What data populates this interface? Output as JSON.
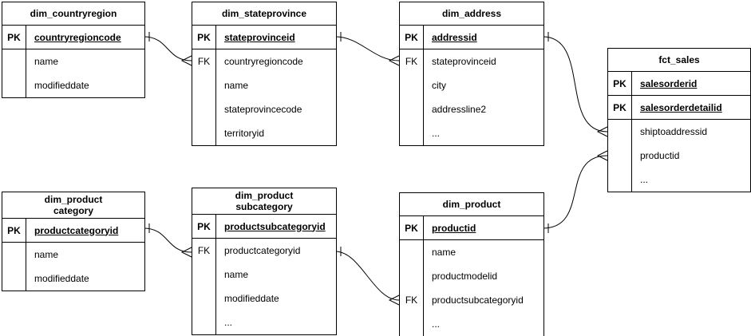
{
  "colors": {
    "line": "#000000",
    "background": "#ffffff",
    "text": "#000000"
  },
  "tables": [
    {
      "id": "dim_countryregion",
      "title_lines": [
        "dim_countryregion"
      ],
      "key_rows": [
        {
          "key": "PK",
          "name": "countryregioncode"
        }
      ],
      "fields": [
        {
          "key": "",
          "name": "name"
        },
        {
          "key": "",
          "name": "modifieddate"
        }
      ]
    },
    {
      "id": "dim_stateprovince",
      "title_lines": [
        "dim_stateprovince"
      ],
      "key_rows": [
        {
          "key": "PK",
          "name": "stateprovinceid"
        }
      ],
      "fields": [
        {
          "key": "FK",
          "name": "countryregioncode"
        },
        {
          "key": "",
          "name": "name"
        },
        {
          "key": "",
          "name": "stateprovincecode"
        },
        {
          "key": "",
          "name": "territoryid"
        }
      ]
    },
    {
      "id": "dim_address",
      "title_lines": [
        "dim_address"
      ],
      "key_rows": [
        {
          "key": "PK",
          "name": "addressid"
        }
      ],
      "fields": [
        {
          "key": "FK",
          "name": "stateprovinceid"
        },
        {
          "key": "",
          "name": "city"
        },
        {
          "key": "",
          "name": "addressline2"
        },
        {
          "key": "",
          "name": "..."
        }
      ]
    },
    {
      "id": "fct_sales",
      "title_lines": [
        "fct_sales"
      ],
      "key_rows": [
        {
          "key": "PK",
          "name": "salesorderid"
        },
        {
          "key": "PK",
          "name": "salesorderdetailid"
        }
      ],
      "fields": [
        {
          "key": "",
          "name": "shiptoaddressid"
        },
        {
          "key": "",
          "name": "productid"
        },
        {
          "key": "",
          "name": "..."
        }
      ]
    },
    {
      "id": "dim_productcategory",
      "title_lines": [
        "dim_product",
        "category"
      ],
      "key_rows": [
        {
          "key": "PK",
          "name": "productcategoryid"
        }
      ],
      "fields": [
        {
          "key": "",
          "name": "name"
        },
        {
          "key": "",
          "name": "modifieddate"
        }
      ]
    },
    {
      "id": "dim_productsubcategory",
      "title_lines": [
        "dim_product",
        "subcategory"
      ],
      "key_rows": [
        {
          "key": "PK",
          "name": "productsubcategoryid"
        }
      ],
      "fields": [
        {
          "key": "FK",
          "name": "productcategoryid"
        },
        {
          "key": "",
          "name": "name"
        },
        {
          "key": "",
          "name": "modifieddate"
        },
        {
          "key": "",
          "name": "..."
        }
      ]
    },
    {
      "id": "dim_product",
      "title_lines": [
        "dim_product"
      ],
      "key_rows": [
        {
          "key": "PK",
          "name": "productid"
        }
      ],
      "fields": [
        {
          "key": "",
          "name": "name"
        },
        {
          "key": "",
          "name": "productmodelid"
        },
        {
          "key": "FK",
          "name": "productsubcategoryid"
        },
        {
          "key": "",
          "name": "..."
        }
      ]
    }
  ],
  "relationships": [
    {
      "from_table": "dim_countryregion",
      "from_column": "countryregioncode",
      "to_table": "dim_stateprovince",
      "to_column": "countryregioncode",
      "from_cardinality": "one",
      "to_cardinality": "many"
    },
    {
      "from_table": "dim_stateprovince",
      "from_column": "stateprovinceid",
      "to_table": "dim_address",
      "to_column": "stateprovinceid",
      "from_cardinality": "one",
      "to_cardinality": "many"
    },
    {
      "from_table": "dim_address",
      "from_column": "addressid",
      "to_table": "fct_sales",
      "to_column": "shiptoaddressid",
      "from_cardinality": "one",
      "to_cardinality": "many"
    },
    {
      "from_table": "dim_product",
      "from_column": "productid",
      "to_table": "fct_sales",
      "to_column": "productid",
      "from_cardinality": "one",
      "to_cardinality": "many"
    },
    {
      "from_table": "dim_productcategory",
      "from_column": "productcategoryid",
      "to_table": "dim_productsubcategory",
      "to_column": "productcategoryid",
      "from_cardinality": "one",
      "to_cardinality": "many"
    },
    {
      "from_table": "dim_productsubcategory",
      "from_column": "productsubcategoryid",
      "to_table": "dim_product",
      "to_column": "productsubcategoryid",
      "from_cardinality": "one",
      "to_cardinality": "many"
    }
  ]
}
